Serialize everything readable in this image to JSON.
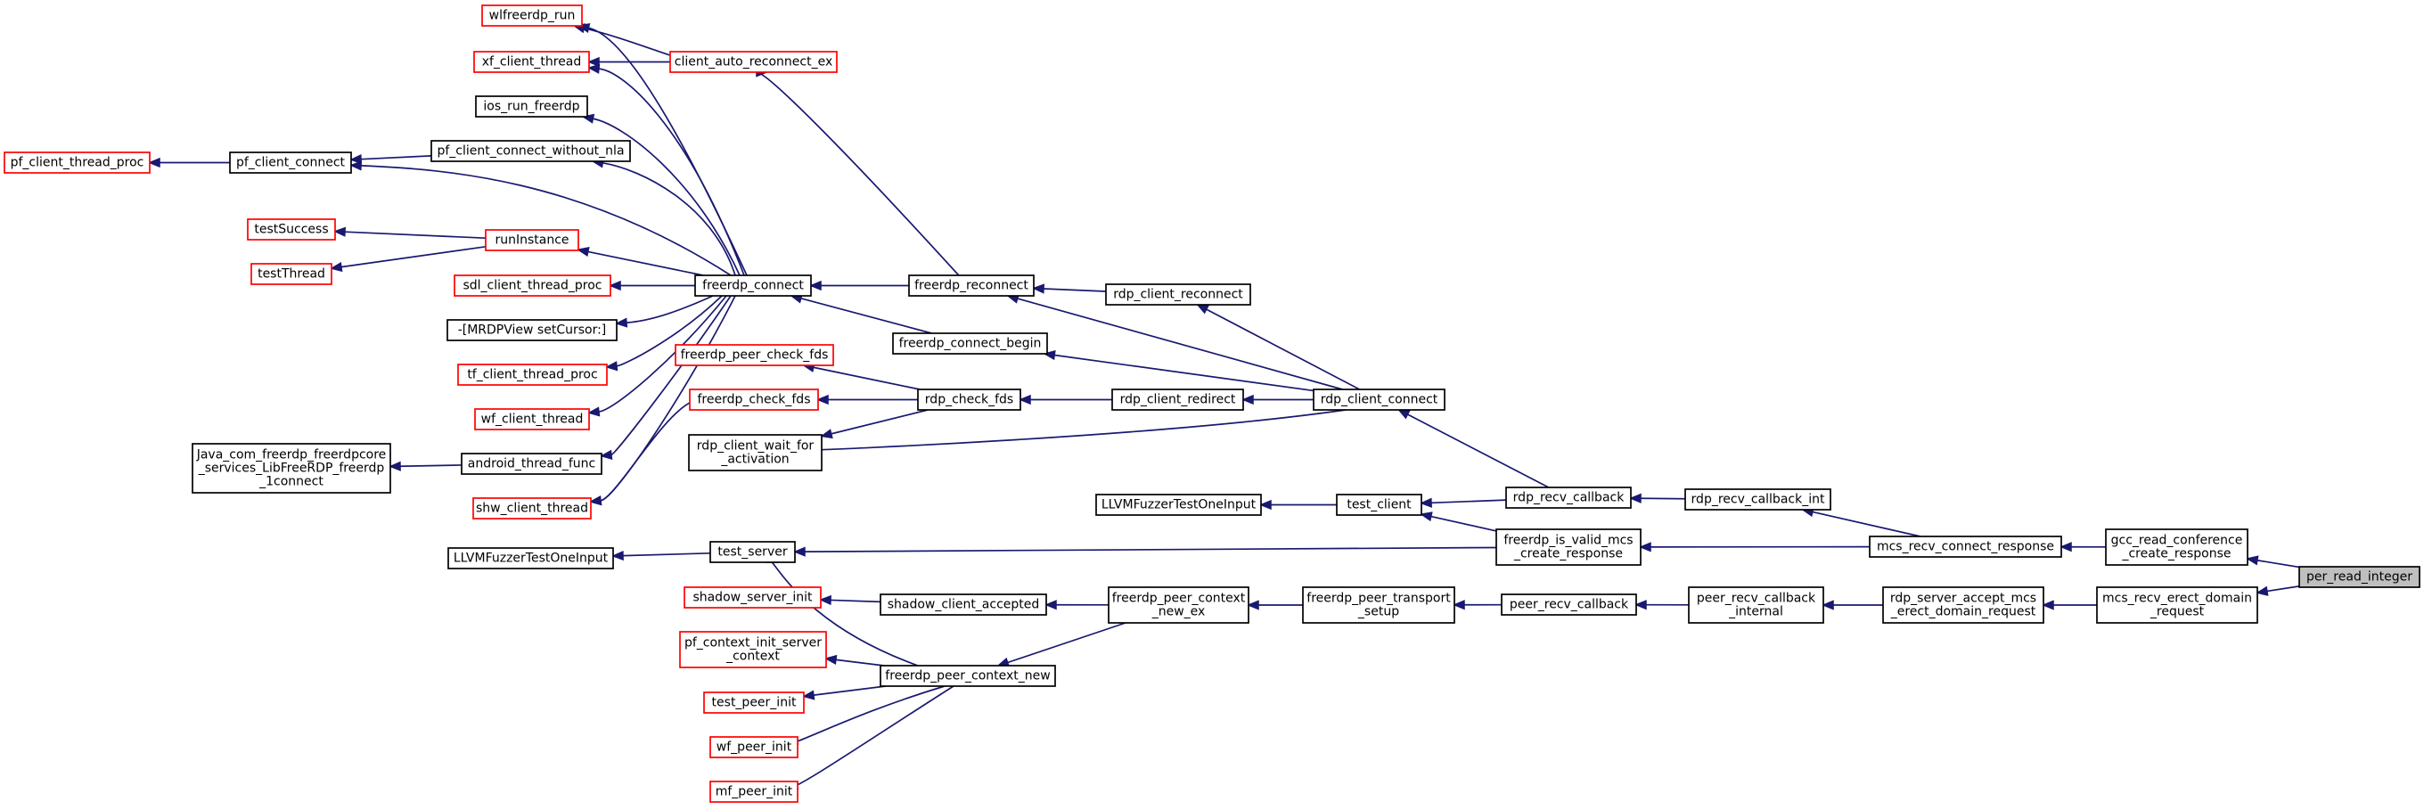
{
  "graph": {
    "colors": {
      "edge": "#191970",
      "node_border": "#000000",
      "node_border_truncated": "#ff0000",
      "node_fill": "#ffffff",
      "root_fill": "#bfbfbf",
      "text": "#000000"
    },
    "nodes": [
      {
        "id": "per_read_integer",
        "lines": [
          "per_read_integer"
        ],
        "root": true
      },
      {
        "id": "gcc_read_conference_create_response",
        "lines": [
          "gcc_read_conference",
          "_create_response"
        ]
      },
      {
        "id": "mcs_recv_erect_domain_request",
        "lines": [
          "mcs_recv_erect_domain",
          "_request"
        ]
      },
      {
        "id": "mcs_recv_connect_response",
        "lines": [
          "mcs_recv_connect_response"
        ]
      },
      {
        "id": "rdp_server_accept_mcs_erect_domain_request",
        "lines": [
          "rdp_server_accept_mcs",
          "_erect_domain_request"
        ]
      },
      {
        "id": "rdp_recv_callback_int",
        "lines": [
          "rdp_recv_callback_int"
        ]
      },
      {
        "id": "freerdp_is_valid_mcs_create_response",
        "lines": [
          "freerdp_is_valid_mcs",
          "_create_response"
        ]
      },
      {
        "id": "peer_recv_callback_internal",
        "lines": [
          "peer_recv_callback",
          "_internal"
        ]
      },
      {
        "id": "rdp_recv_callback",
        "lines": [
          "rdp_recv_callback"
        ]
      },
      {
        "id": "peer_recv_callback",
        "lines": [
          "peer_recv_callback"
        ]
      },
      {
        "id": "rdp_client_connect",
        "lines": [
          "rdp_client_connect"
        ]
      },
      {
        "id": "test_client",
        "lines": [
          "test_client"
        ]
      },
      {
        "id": "freerdp_peer_transport_setup",
        "lines": [
          "freerdp_peer_transport",
          "_setup"
        ]
      },
      {
        "id": "rdp_client_reconnect",
        "lines": [
          "rdp_client_reconnect"
        ]
      },
      {
        "id": "rdp_client_redirect",
        "lines": [
          "rdp_client_redirect"
        ]
      },
      {
        "id": "LLVMFuzzerTestOneInput_client",
        "lines": [
          "LLVMFuzzerTestOneInput"
        ]
      },
      {
        "id": "freerdp_peer_context_new_ex",
        "lines": [
          "freerdp_peer_context",
          "_new_ex"
        ]
      },
      {
        "id": "freerdp_reconnect",
        "lines": [
          "freerdp_reconnect"
        ]
      },
      {
        "id": "freerdp_connect_begin",
        "lines": [
          "freerdp_connect_begin"
        ]
      },
      {
        "id": "rdp_check_fds",
        "lines": [
          "rdp_check_fds"
        ]
      },
      {
        "id": "shadow_client_accepted",
        "lines": [
          "shadow_client_accepted"
        ]
      },
      {
        "id": "freerdp_peer_context_new",
        "lines": [
          "freerdp_peer_context_new"
        ]
      },
      {
        "id": "client_auto_reconnect_ex",
        "lines": [
          "client_auto_reconnect_ex"
        ],
        "truncated": true
      },
      {
        "id": "freerdp_connect",
        "lines": [
          "freerdp_connect"
        ]
      },
      {
        "id": "freerdp_peer_check_fds",
        "lines": [
          "freerdp_peer_check_fds"
        ],
        "truncated": true
      },
      {
        "id": "freerdp_check_fds",
        "lines": [
          "freerdp_check_fds"
        ],
        "truncated": true
      },
      {
        "id": "rdp_client_wait_for_activation",
        "lines": [
          "rdp_client_wait_for",
          "_activation"
        ]
      },
      {
        "id": "test_server",
        "lines": [
          "test_server"
        ]
      },
      {
        "id": "shadow_server_init",
        "lines": [
          "shadow_server_init"
        ],
        "truncated": true
      },
      {
        "id": "pf_context_init_server_context",
        "lines": [
          "pf_context_init_server",
          "_context"
        ],
        "truncated": true
      },
      {
        "id": "test_peer_init",
        "lines": [
          "test_peer_init"
        ],
        "truncated": true
      },
      {
        "id": "wf_peer_init",
        "lines": [
          "wf_peer_init"
        ],
        "truncated": true
      },
      {
        "id": "mf_peer_init",
        "lines": [
          "mf_peer_init"
        ],
        "truncated": true
      },
      {
        "id": "wlfreerdp_run",
        "lines": [
          "wlfreerdp_run"
        ],
        "truncated": true
      },
      {
        "id": "xf_client_thread",
        "lines": [
          "xf_client_thread"
        ],
        "truncated": true
      },
      {
        "id": "ios_run_freerdp",
        "lines": [
          "ios_run_freerdp"
        ]
      },
      {
        "id": "pf_client_connect_without_nla",
        "lines": [
          "pf_client_connect_without_nla"
        ]
      },
      {
        "id": "runInstance",
        "lines": [
          "runInstance"
        ],
        "truncated": true
      },
      {
        "id": "sdl_client_thread_proc",
        "lines": [
          "sdl_client_thread_proc"
        ],
        "truncated": true
      },
      {
        "id": "MRDPView_setCursor",
        "lines": [
          "-[MRDPView setCursor:]"
        ]
      },
      {
        "id": "tf_client_thread_proc",
        "lines": [
          "tf_client_thread_proc"
        ],
        "truncated": true
      },
      {
        "id": "wf_client_thread",
        "lines": [
          "wf_client_thread"
        ],
        "truncated": true
      },
      {
        "id": "android_thread_func",
        "lines": [
          "android_thread_func"
        ]
      },
      {
        "id": "shw_client_thread",
        "lines": [
          "shw_client_thread"
        ],
        "truncated": true
      },
      {
        "id": "LLVMFuzzerTestOneInput_server",
        "lines": [
          "LLVMFuzzerTestOneInput"
        ]
      },
      {
        "id": "pf_client_connect",
        "lines": [
          "pf_client_connect"
        ]
      },
      {
        "id": "pf_client_thread_proc",
        "lines": [
          "pf_client_thread_proc"
        ],
        "truncated": true
      },
      {
        "id": "testSuccess",
        "lines": [
          "testSuccess"
        ],
        "truncated": true
      },
      {
        "id": "testThread",
        "lines": [
          "testThread"
        ],
        "truncated": true
      },
      {
        "id": "Java_com_freerdp",
        "lines": [
          "Java_com_freerdp_freerdpcore",
          "_services_LibFreeRDP_freerdp",
          "_1connect"
        ]
      }
    ],
    "edges": [
      {
        "from": "per_read_integer",
        "to": "gcc_read_conference_create_response"
      },
      {
        "from": "per_read_integer",
        "to": "mcs_recv_erect_domain_request"
      },
      {
        "from": "gcc_read_conference_create_response",
        "to": "mcs_recv_connect_response"
      },
      {
        "from": "mcs_recv_erect_domain_request",
        "to": "rdp_server_accept_mcs_erect_domain_request"
      },
      {
        "from": "mcs_recv_connect_response",
        "to": "rdp_recv_callback_int"
      },
      {
        "from": "mcs_recv_connect_response",
        "to": "freerdp_is_valid_mcs_create_response"
      },
      {
        "from": "rdp_server_accept_mcs_erect_domain_request",
        "to": "peer_recv_callback_internal"
      },
      {
        "from": "rdp_recv_callback_int",
        "to": "rdp_recv_callback"
      },
      {
        "from": "freerdp_is_valid_mcs_create_response",
        "to": "test_client"
      },
      {
        "from": "freerdp_is_valid_mcs_create_response",
        "to": "test_server"
      },
      {
        "from": "peer_recv_callback_internal",
        "to": "peer_recv_callback"
      },
      {
        "from": "rdp_recv_callback",
        "to": "rdp_client_connect"
      },
      {
        "from": "rdp_recv_callback",
        "to": "test_client"
      },
      {
        "from": "peer_recv_callback",
        "to": "freerdp_peer_transport_setup"
      },
      {
        "from": "rdp_client_connect",
        "to": "rdp_client_reconnect"
      },
      {
        "from": "rdp_client_connect",
        "to": "rdp_client_redirect"
      },
      {
        "from": "rdp_client_connect",
        "to": "freerdp_reconnect"
      },
      {
        "from": "rdp_client_connect",
        "to": "freerdp_connect_begin"
      },
      {
        "from": "rdp_client_connect",
        "to": "rdp_client_wait_for_activation"
      },
      {
        "from": "test_client",
        "to": "LLVMFuzzerTestOneInput_client"
      },
      {
        "from": "freerdp_peer_transport_setup",
        "to": "freerdp_peer_context_new_ex"
      },
      {
        "from": "rdp_client_reconnect",
        "to": "freerdp_reconnect"
      },
      {
        "from": "rdp_client_redirect",
        "to": "rdp_check_fds"
      },
      {
        "from": "freerdp_peer_context_new_ex",
        "to": "shadow_client_accepted"
      },
      {
        "from": "freerdp_peer_context_new_ex",
        "to": "freerdp_peer_context_new"
      },
      {
        "from": "freerdp_reconnect",
        "to": "client_auto_reconnect_ex"
      },
      {
        "from": "freerdp_reconnect",
        "to": "freerdp_connect"
      },
      {
        "from": "freerdp_connect_begin",
        "to": "freerdp_connect"
      },
      {
        "from": "rdp_check_fds",
        "to": "freerdp_peer_check_fds"
      },
      {
        "from": "rdp_check_fds",
        "to": "freerdp_check_fds"
      },
      {
        "from": "rdp_check_fds",
        "to": "rdp_client_wait_for_activation"
      },
      {
        "from": "shadow_client_accepted",
        "to": "shadow_server_init"
      },
      {
        "from": "freerdp_peer_context_new",
        "to": "test_server"
      },
      {
        "from": "freerdp_peer_context_new",
        "to": "pf_context_init_server_context"
      },
      {
        "from": "freerdp_peer_context_new",
        "to": "test_peer_init"
      },
      {
        "from": "freerdp_peer_context_new",
        "to": "wf_peer_init"
      },
      {
        "from": "freerdp_peer_context_new",
        "to": "mf_peer_init"
      },
      {
        "from": "client_auto_reconnect_ex",
        "to": "wlfreerdp_run"
      },
      {
        "from": "client_auto_reconnect_ex",
        "to": "xf_client_thread"
      },
      {
        "from": "freerdp_connect",
        "to": "wlfreerdp_run"
      },
      {
        "from": "freerdp_connect",
        "to": "xf_client_thread"
      },
      {
        "from": "freerdp_connect",
        "to": "ios_run_freerdp"
      },
      {
        "from": "freerdp_connect",
        "to": "pf_client_connect_without_nla"
      },
      {
        "from": "freerdp_connect",
        "to": "pf_client_connect"
      },
      {
        "from": "freerdp_connect",
        "to": "runInstance"
      },
      {
        "from": "freerdp_connect",
        "to": "sdl_client_thread_proc"
      },
      {
        "from": "freerdp_connect",
        "to": "MRDPView_setCursor"
      },
      {
        "from": "freerdp_connect",
        "to": "tf_client_thread_proc"
      },
      {
        "from": "freerdp_connect",
        "to": "wf_client_thread"
      },
      {
        "from": "freerdp_connect",
        "to": "android_thread_func"
      },
      {
        "from": "freerdp_connect",
        "to": "shw_client_thread"
      },
      {
        "from": "freerdp_check_fds",
        "to": "shw_client_thread"
      },
      {
        "from": "test_server",
        "to": "LLVMFuzzerTestOneInput_server"
      },
      {
        "from": "pf_client_connect_without_nla",
        "to": "pf_client_connect"
      },
      {
        "from": "pf_client_connect",
        "to": "pf_client_thread_proc"
      },
      {
        "from": "runInstance",
        "to": "testSuccess"
      },
      {
        "from": "runInstance",
        "to": "testThread"
      },
      {
        "from": "android_thread_func",
        "to": "Java_com_freerdp"
      }
    ]
  }
}
